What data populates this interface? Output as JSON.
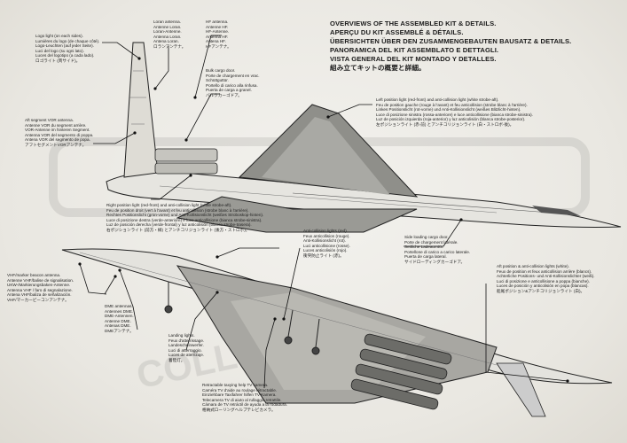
{
  "header": {
    "lines": [
      "OVERVIEWS OF THE ASSEMBLED KIT & DETAILS.",
      "APERÇU DU KIT ASSEMBLÉ & DÉTAILS.",
      "ÜBERSICHTEN ÜBER DEN ZUSAMMENGEBAUTEN BAUSATZ & DETAILS.",
      "PANORAMICA DEL KIT ASSEMBLATO E DETTAGLI.",
      "VISTA GENERAL DEL KIT MONTADO Y DETALLES.",
      "組み立てキットの概要と詳細。"
    ]
  },
  "callouts": {
    "logo_light": [
      "Logo light (on each sides).",
      "Lumières du logo (de chaque côté).",
      "Logo-Leuchten (auf jeder Seite).",
      "Luci del logo (su ogni lato).",
      "Luces del logotipo (a cada lado).",
      "ロゴライト (両サイド)。"
    ],
    "loran": [
      "Loran antenna.",
      "Antenne Loran.",
      "Loran-Antenne.",
      "Antenna Loran.",
      "Antena Loran.",
      "ロランアンテナ。"
    ],
    "hf": [
      "HF antenna.",
      "Antenne HF.",
      "HF-Antenne.",
      "Antenna HF.",
      "Antena HF.",
      "HFアンテナ。"
    ],
    "bulk_cargo": [
      "Bulk cargo door.",
      "Porte de chargement en vrac.",
      "Schüttguttür.",
      "Portello di carico alla rinfusa.",
      "Puerta de carga a granel.",
      "バルクカーゴドア。"
    ],
    "aft_vor": [
      "Aft segment VOR antenna.",
      "Antenne VOR du segment arrière.",
      "VOR-Antenne im hinteren Segment.",
      "Antenna VOR del segmento di poppa.",
      "Antena VOR del segmento de popa.",
      "アフトセグメントVORアンテナ。"
    ],
    "left_position": [
      "Left position light (red-front) and anti-collision light (white strobe-aft).",
      "Feu de position gauche (rouge à l'avant) et feu anticollision (strobe blanc à l'arrière).",
      "Linkes Positionslicht (rot-vorne) und Anti-Kollisionslicht (weißes Blitzlicht-hinten).",
      "Luce di posizione sinistra (rossa-anteriore) e luce anticollisione (bianca strobe-sinistra).",
      "Luz de posición izquierda (roja-anterior) y luz anticolisión (blanca strobe-posterior).",
      "左ポジションライト (赤-前) とアンチコリジョンライト (白・ストロボ-後)。"
    ],
    "right_position": [
      "Right position light (red-front) and anti-collision light (white strobe-aft).",
      "Feu de position droit (vert à l'avant) et feu anticollision (strobe blanc à l'arrière).",
      "Rechtes Positionslicht (grün-vorne) und Anti-Kollisionslicht (weißes Stroboskop-hinten).",
      "Luce di posizione destra (verde-anteriore) e luce anticollisione (bianca strobe-sinistra).",
      "Luz de posición derecha (verde-frontal) y luz anticolisión (blanca strobe-trasera).",
      "右ポジションライト (前方・緑) とアンチコリジョンライト (後方・ストロボ)。"
    ],
    "anti_collision": [
      "Anti-collision lights (red).",
      "Feux anticollision (rouge).",
      "Anti-Kollisionslicht (rot).",
      "Luci anticollisione (rosse).",
      "Luces anticolisión (rojo).",
      "衝突防止ライト (赤)。"
    ],
    "side_loading": [
      "Side loading cargo door.",
      "Porte de chargement latérale.",
      "Seitliche Ladeaumtür.",
      "Portellone di carico a carico laterale.",
      "Puerta de carga lateral.",
      "サイドローディングカーゴドア。"
    ],
    "vhf_marker": [
      "VHF/marker beacon antenna.",
      "Antenne VHF/balise de signalisation.",
      "UKW-/Markierungsbaken-Antenne.",
      "Antenna VHF / faro di segnalazione.",
      "Antena VHF/baliza de señalización.",
      "VHF/マーカービーコンアンテナ。"
    ],
    "dme": [
      "DME antennas.",
      "Antennes DME.",
      "DME-Antennen.",
      "Antenne DME.",
      "Antenas DME.",
      "DMEアンテナ。"
    ],
    "landing": [
      "Landing lights.",
      "Feux d'atterrissage.",
      "Landescheinwerfer.",
      "Luci di atterraggio.",
      "Luces de aterrizaje.",
      "着陸灯。"
    ],
    "taxying_camera": [
      "Retractable taxying help TV camera.",
      "Caméra TV d'aide au roulage rétractable.",
      "Einziehbare Taxifahrer hilfen TV-Kamera.",
      "Telecamera TV di aiuto al rullaggio retrattile.",
      "Cámara de TV retráctil de ayuda a la rodadura.",
      "格納式ローリングヘルプテレビカメラ。"
    ],
    "aft_position": [
      "Aft position & anti-collision lights (white).",
      "Feux de position et feux anticollision arrière (blancs).",
      "Achterliche Positions- und Anti-Kollisionslichter (weiß).",
      "Luci di posizione e anticollisione a poppa (bianche).",
      "Luces de posición y anticolisión en popa (blancas).",
      "船尾ポジション&アンチコリジョンライト (白)。"
    ]
  },
  "watermark": "COLLECTION",
  "colors": {
    "paper": "#eceae4",
    "ink": "#111111",
    "accent": "#8a8a85"
  }
}
